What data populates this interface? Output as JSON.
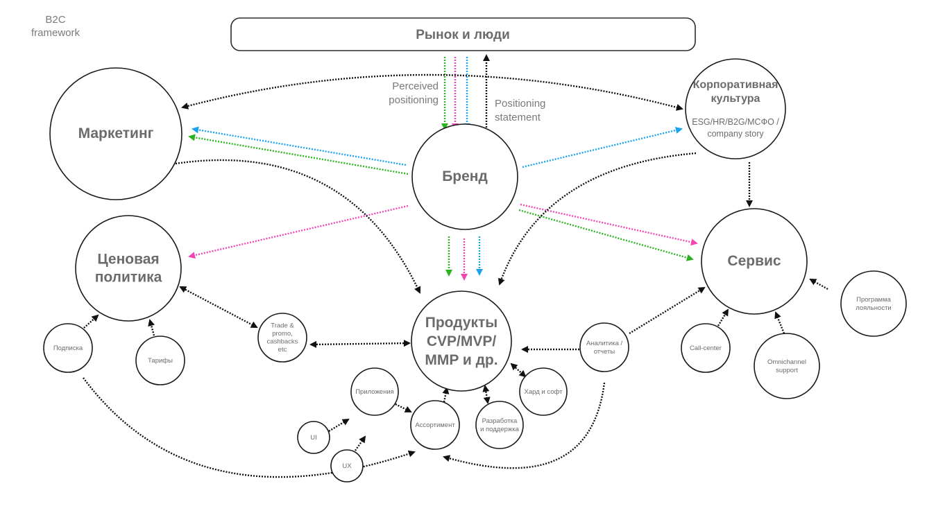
{
  "title": {
    "line1": "B2C",
    "line2": "framework"
  },
  "market_box": {
    "label": "Рынок и люди"
  },
  "annotations": {
    "perceived": [
      "Perceived",
      "positioning"
    ],
    "statement": [
      "Positioning",
      "statement"
    ]
  },
  "colors": {
    "black": "#111111",
    "green": "#2bb31f",
    "pink": "#f046b4",
    "blue": "#1aa3ef",
    "text": "#6b6b6b"
  },
  "nodes": {
    "marketing": {
      "lines": [
        "Маркетинг"
      ]
    },
    "corporate": {
      "lines": [
        "Корпоративная",
        "культура"
      ],
      "sub": [
        "ESG/HR/B2G/МСФО /",
        "company story"
      ]
    },
    "brand": {
      "lines": [
        "Бренд"
      ]
    },
    "pricing": {
      "lines": [
        "Ценовая",
        "политика"
      ]
    },
    "service": {
      "lines": [
        "Сервис"
      ]
    },
    "products": {
      "lines": [
        "Продукты",
        "CVP/MVP/",
        "MMP и др."
      ]
    },
    "subscription": {
      "lines": [
        "Подписка"
      ]
    },
    "tariffs": {
      "lines": [
        "Тарифы"
      ]
    },
    "trade": {
      "lines": [
        "Trade &",
        "promo,",
        "cashbacks",
        "etc"
      ]
    },
    "analytics": {
      "lines": [
        "Аналитика /",
        "отчеты"
      ]
    },
    "callcenter": {
      "lines": [
        "Call-center"
      ]
    },
    "omnichannel": {
      "lines": [
        "Omnichannel",
        "support"
      ]
    },
    "loyalty": {
      "lines": [
        "Программа",
        "лояльности"
      ]
    },
    "hardsoft": {
      "lines": [
        "Хард и софт"
      ]
    },
    "development": {
      "lines": [
        "Разработка",
        "и поддержка"
      ]
    },
    "assortment": {
      "lines": [
        "Ассортимент"
      ]
    },
    "apps": {
      "lines": [
        "Приложения"
      ]
    },
    "ui": {
      "lines": [
        "UI"
      ]
    },
    "ux": {
      "lines": [
        "UX"
      ]
    }
  },
  "edges": [
    {
      "from": "market",
      "to": "brand",
      "color": "green",
      "direction": "forward"
    },
    {
      "from": "market",
      "to": "brand",
      "color": "pink",
      "direction": "forward"
    },
    {
      "from": "market",
      "to": "brand",
      "color": "blue",
      "direction": "forward"
    },
    {
      "from": "brand",
      "to": "market",
      "color": "black",
      "direction": "forward"
    },
    {
      "from": "marketing",
      "to": "corporate",
      "color": "black",
      "direction": "both"
    },
    {
      "from": "brand",
      "to": "marketing",
      "color": "blue",
      "direction": "forward"
    },
    {
      "from": "brand",
      "to": "marketing",
      "color": "green",
      "direction": "forward"
    },
    {
      "from": "brand",
      "to": "corporate",
      "color": "blue",
      "direction": "forward"
    },
    {
      "from": "brand",
      "to": "pricing",
      "color": "pink",
      "direction": "forward"
    },
    {
      "from": "brand",
      "to": "service",
      "color": "pink",
      "direction": "forward"
    },
    {
      "from": "brand",
      "to": "service",
      "color": "green",
      "direction": "forward"
    },
    {
      "from": "brand",
      "to": "products",
      "color": "green",
      "direction": "forward"
    },
    {
      "from": "brand",
      "to": "products",
      "color": "pink",
      "direction": "forward"
    },
    {
      "from": "brand",
      "to": "products",
      "color": "blue",
      "direction": "forward"
    },
    {
      "from": "marketing",
      "to": "products",
      "color": "black",
      "direction": "forward"
    },
    {
      "from": "corporate",
      "to": "products",
      "color": "black",
      "direction": "forward"
    },
    {
      "from": "corporate",
      "to": "service",
      "color": "black",
      "direction": "forward"
    },
    {
      "from": "pricing",
      "to": "trade",
      "color": "black",
      "direction": "both"
    },
    {
      "from": "trade",
      "to": "products",
      "color": "black",
      "direction": "both"
    },
    {
      "from": "subscription",
      "to": "pricing",
      "color": "black",
      "direction": "forward"
    },
    {
      "from": "tariffs",
      "to": "pricing",
      "color": "black",
      "direction": "forward"
    },
    {
      "from": "subscription",
      "to": "assortment",
      "color": "black",
      "direction": "forward"
    },
    {
      "from": "analytics",
      "to": "products",
      "color": "black",
      "direction": "forward"
    },
    {
      "from": "analytics",
      "to": "service",
      "color": "black",
      "direction": "forward"
    },
    {
      "from": "analytics",
      "to": "assortment",
      "color": "black",
      "direction": "forward"
    },
    {
      "from": "callcenter",
      "to": "service",
      "color": "black",
      "direction": "forward"
    },
    {
      "from": "omnichannel",
      "to": "service",
      "color": "black",
      "direction": "forward"
    },
    {
      "from": "loyalty",
      "to": "service",
      "color": "black",
      "direction": "forward"
    },
    {
      "from": "hardsoft",
      "to": "products",
      "color": "black",
      "direction": "both"
    },
    {
      "from": "development",
      "to": "products",
      "color": "black",
      "direction": "both"
    },
    {
      "from": "assortment",
      "to": "products",
      "color": "black",
      "direction": "forward"
    },
    {
      "from": "apps",
      "to": "assortment",
      "color": "black",
      "direction": "forward"
    },
    {
      "from": "ui",
      "to": "apps",
      "color": "black",
      "direction": "forward"
    },
    {
      "from": "ux",
      "to": "apps",
      "color": "black",
      "direction": "forward"
    }
  ]
}
